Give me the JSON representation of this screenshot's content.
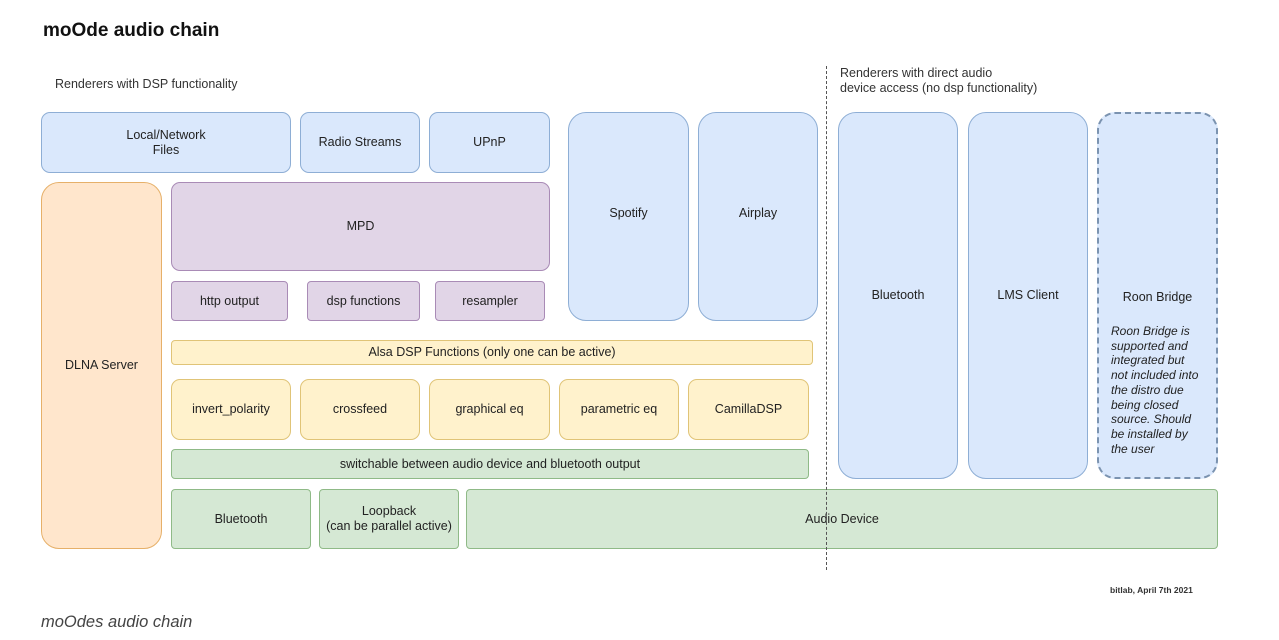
{
  "title": "moOde audio chain",
  "sections": {
    "dsp_renderers": "Renderers with DSP functionality",
    "direct_renderers_line1": "Renderers with direct audio",
    "direct_renderers_line2": "device access (no dsp functionality)"
  },
  "sources": {
    "local_files_line1": "Local/Network",
    "local_files_line2": "Files",
    "radio_streams": "Radio Streams",
    "upnp": "UPnP",
    "spotify": "Spotify",
    "airplay": "Airplay"
  },
  "direct": {
    "bluetooth": "Bluetooth",
    "lms_client": "LMS Client",
    "roon_bridge": "Roon Bridge",
    "roon_note": "Roon Bridge is supported and integrated but not included into the distro due being closed source. Should be installed by the user"
  },
  "dlna_server": "DLNA Server",
  "mpd": {
    "label": "MPD",
    "outputs": [
      "http output",
      "dsp functions",
      "resampler"
    ]
  },
  "alsa_dsp": {
    "header": "Alsa DSP Functions (only one can be active)",
    "functions": [
      "invert_polarity",
      "crossfeed",
      "graphical eq",
      "parametric eq",
      "CamillaDSP"
    ]
  },
  "switch_label": "switchable between audio device and bluetooth output",
  "outputs": {
    "bluetooth": "Bluetooth",
    "loopback_line1": "Loopback",
    "loopback_line2": "(can be parallel active)",
    "audio_device": "Audio Device"
  },
  "credit": "bitlab, April 7th 2021",
  "caption": "moOdes audio chain",
  "colors": {
    "blue": "#dae8fc",
    "purple": "#e1d5e7",
    "yellow": "#fff2cc",
    "green": "#d5e8d4",
    "orange": "#ffe6cc"
  }
}
